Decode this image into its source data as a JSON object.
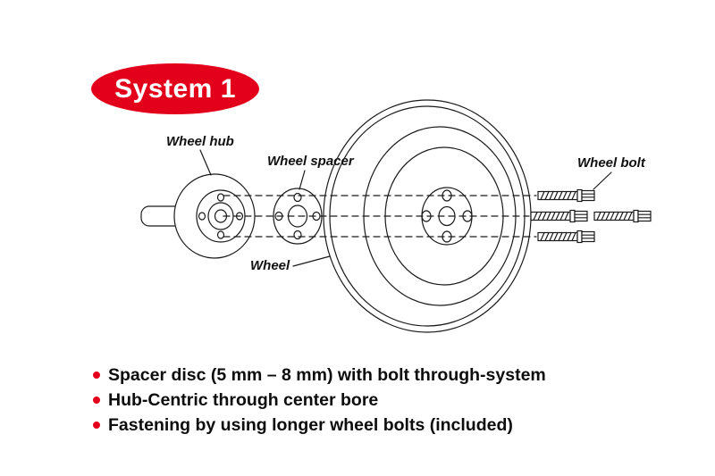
{
  "badge": {
    "label": "System 1",
    "bg_color": "#e2001a",
    "text_color": "#ffffff"
  },
  "diagram": {
    "labels": {
      "wheel_hub": "Wheel hub",
      "wheel_spacer": "Wheel spacer",
      "wheel": "Wheel",
      "wheel_bolt": "Wheel bolt"
    },
    "line_color": "#1a1a1a"
  },
  "features": {
    "items": [
      "Spacer disc (5 mm – 8 mm) with bolt through-system",
      "Hub-Centric through center bore",
      "Fastening by using longer wheel bolts (included)"
    ],
    "bullet_color": "#e2001a",
    "text_color": "#0d0d0d"
  },
  "colors": {
    "background": "#ffffff",
    "accent_red": "#e2001a",
    "line": "#1a1a1a"
  }
}
